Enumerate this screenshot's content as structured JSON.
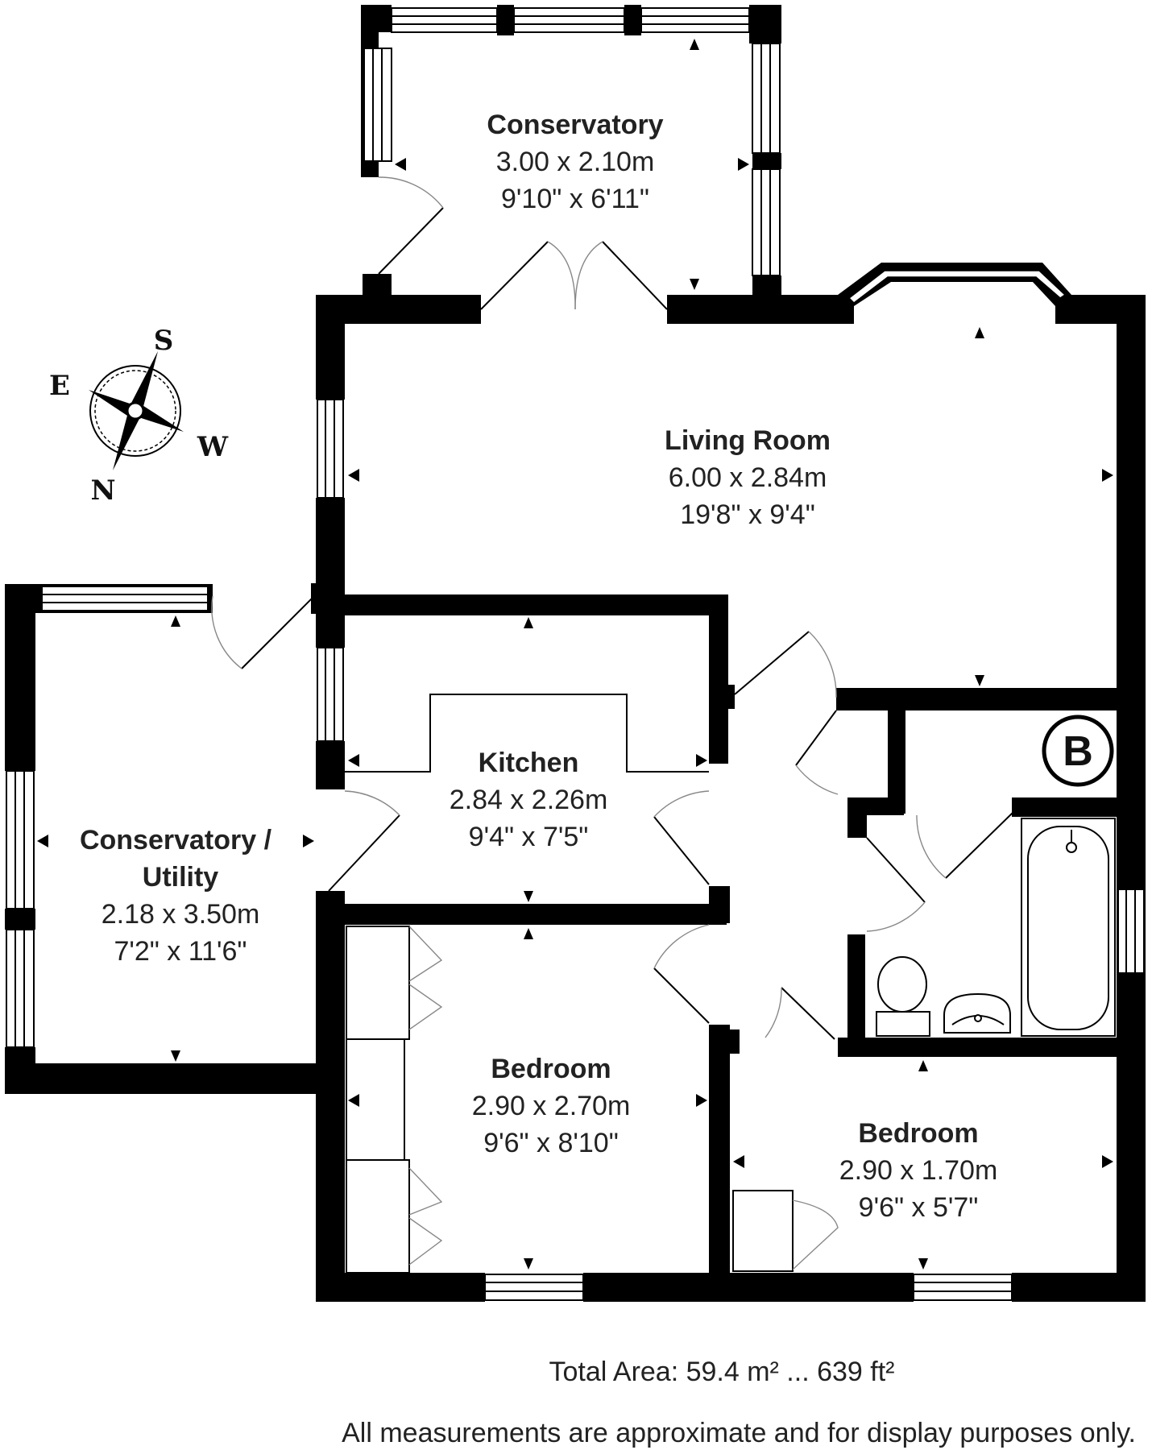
{
  "rooms": [
    {
      "id": "conservatory",
      "name": "Conservatory",
      "metric": "3.00 x 2.10m",
      "imperial": "9'10\" x 6'11\""
    },
    {
      "id": "living-room",
      "name": "Living Room",
      "metric": "6.00 x 2.84m",
      "imperial": "19'8\" x 9'4\""
    },
    {
      "id": "kitchen",
      "name": "Kitchen",
      "metric": "2.84 x 2.26m",
      "imperial": "9'4\" x 7'5\""
    },
    {
      "id": "conservatory-utility",
      "name": "Conservatory /",
      "name2": "Utility",
      "metric": "2.18 x 3.50m",
      "imperial": "7'2\" x 11'6\""
    },
    {
      "id": "bedroom-1",
      "name": "Bedroom",
      "metric": "2.90 x 2.70m",
      "imperial": "9'6\" x 8'10\""
    },
    {
      "id": "bedroom-2",
      "name": "Bedroom",
      "metric": "2.90 x 1.70m",
      "imperial": "9'6\" x 5'7\""
    }
  ],
  "compass": {
    "north": "N",
    "south": "S",
    "east": "E",
    "west": "W"
  },
  "boiler_label": "B",
  "footer": {
    "total_area": "Total Area: 59.4 m² ... 639 ft²",
    "disclaimer": "All measurements are approximate and for display purposes only."
  },
  "colors": {
    "wall": "#000000",
    "window": "#ffffff",
    "text": "#222222"
  }
}
